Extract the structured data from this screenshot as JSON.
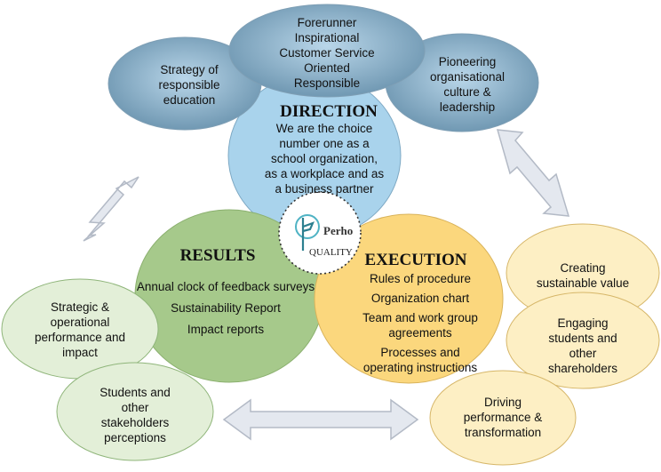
{
  "top": {
    "values": [
      "Forerunner",
      "Inspirational",
      "Customer Service",
      "Oriented",
      "Responsible"
    ],
    "strategy": [
      "Strategy of",
      "responsible",
      "education"
    ],
    "pioneering": [
      "Pioneering",
      "organisational",
      "culture &",
      "leadership"
    ]
  },
  "direction": {
    "title": "DIRECTION",
    "body": [
      "We are the choice",
      "number one as a",
      "school organization,",
      "as a workplace and as",
      "a business partner"
    ]
  },
  "logo": {
    "brand": "Perho",
    "sub": "QUALITY"
  },
  "results": {
    "title": "RESULTS",
    "items": [
      "Annual clock of feedback surveys",
      "Sustainability Report",
      "Impact reports"
    ],
    "strategic": [
      "Strategic &",
      "operational",
      "performance and",
      "impact"
    ],
    "students": [
      "Students and",
      "other",
      "stakeholders",
      "perceptions"
    ]
  },
  "execution": {
    "title": "EXECUTION",
    "items": [
      "Rules of procedure",
      "Organization chart",
      "Team and work group",
      "agreements",
      "Processes and",
      "operating instructions"
    ],
    "creating": [
      "Creating",
      "sustainable value"
    ],
    "engaging": [
      "Engaging",
      "students and",
      "other",
      "shareholders"
    ],
    "driving": [
      "Driving",
      "performance &",
      "transformation"
    ]
  },
  "colors": {
    "direction_fill": "#a9d3ec",
    "blue_dark": "#6792ad",
    "blue_light": "#b5d6ea",
    "results_fill": "#a6c98b",
    "green_light": "#e3efd8",
    "execution_fill": "#fbd77d",
    "yellow_light": "#fdefc4",
    "arrow_fill": "#e4e8ef",
    "arrow_stroke": "#b3bac6"
  }
}
